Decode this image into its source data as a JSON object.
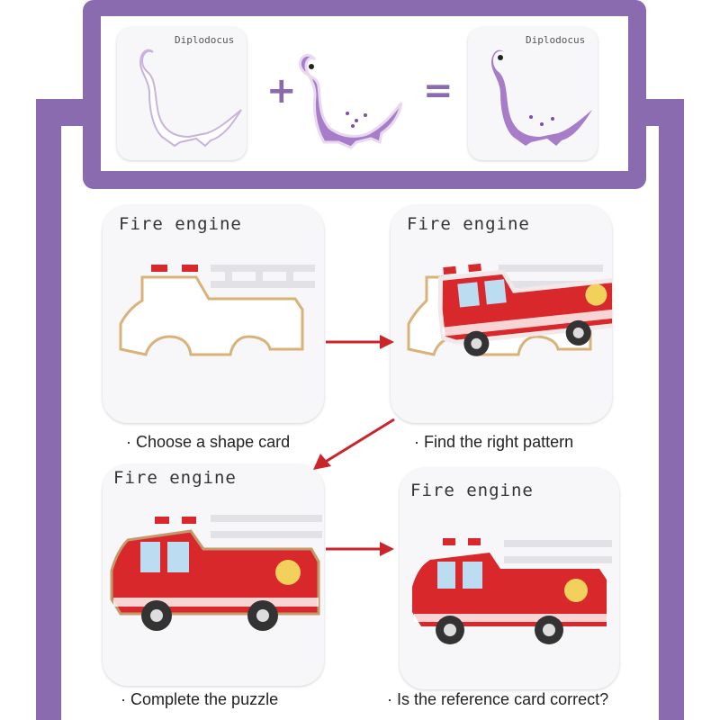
{
  "top": {
    "left_title": "Diplodocus",
    "right_title": "Diplodocus",
    "plus": "+",
    "equals": "="
  },
  "cards": [
    {
      "title": "Fire engine",
      "caption": "· Choose a shape card"
    },
    {
      "title": "Fire engine",
      "caption": "· Find the right pattern"
    },
    {
      "title": "Fire engine",
      "caption": "· Complete the puzzle"
    },
    {
      "title": "Fire engine",
      "caption": "· Is the reference card correct?"
    }
  ],
  "colors": {
    "frame": "#8b6bb0",
    "truck_red": "#d9282b",
    "dino_purple": "#a77cc9",
    "arrow": "#c8262b"
  }
}
